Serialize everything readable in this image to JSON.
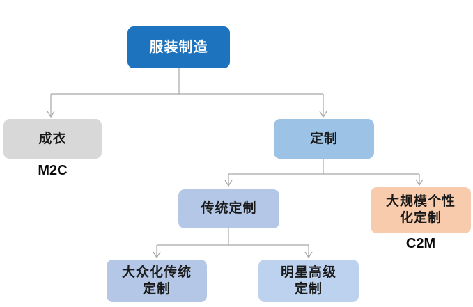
{
  "diagram": {
    "type": "tree",
    "background": "#FFFFFF",
    "connector_color": "#A6A6A6"
  },
  "nodes": {
    "root": {
      "label": "服装制造",
      "fill": "#1E73BE",
      "text_color": "#FFFFFF"
    },
    "ready_to_wear": {
      "label": "成衣",
      "tag": "M2C",
      "fill": "#D8D8D8",
      "text_color": "#1A1A1A"
    },
    "custom": {
      "label": "定制",
      "fill": "#9CC3E5",
      "text_color": "#1A1A1A"
    },
    "traditional_custom": {
      "label": "传统定制",
      "fill": "#B4C7E7",
      "text_color": "#1A1A1A"
    },
    "mass_personalized_custom": {
      "label": "大规模个性\n化定制",
      "tag": "C2M",
      "fill": "#F8CBAD",
      "text_color": "#1A1A1A"
    },
    "mass_traditional_custom": {
      "label": "大众化传统\n定制",
      "fill": "#B4C7E7",
      "text_color": "#1A1A1A"
    },
    "celebrity_haute_custom": {
      "label": "明星高级\n定制",
      "fill": "#BCD2EE",
      "text_color": "#1A1A1A"
    }
  },
  "edges": [
    {
      "from": "root",
      "to": "ready_to_wear"
    },
    {
      "from": "root",
      "to": "custom"
    },
    {
      "from": "custom",
      "to": "traditional_custom"
    },
    {
      "from": "custom",
      "to": "mass_personalized_custom"
    },
    {
      "from": "traditional_custom",
      "to": "mass_traditional_custom"
    },
    {
      "from": "traditional_custom",
      "to": "celebrity_haute_custom"
    }
  ]
}
